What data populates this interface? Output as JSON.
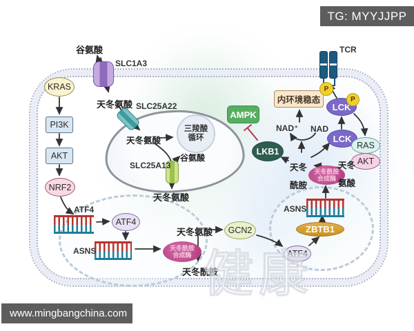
{
  "header": {
    "tg_badge": "TG: MYYJJPP"
  },
  "footer": {
    "website": "www.mingbangchina.com"
  },
  "watermark": {
    "text": "健康"
  },
  "pathway": {
    "extracellular": {
      "glutamate": "谷氨酸"
    },
    "transporters": {
      "slc1a3": "SLC1A3",
      "slc25a22": "SLC25A22",
      "slc25a13": "SLC25A13"
    },
    "left_cascade": {
      "kras": "KRAS",
      "pi3k": "PI3K",
      "akt": "AKT",
      "nrf2": "NRF2"
    },
    "membrane_import": {
      "aspartate": "天冬氨酸"
    },
    "mitochondrion": {
      "aspartate_matrix": "天冬氨酸",
      "tca_line1": "三羧酸",
      "tca_line2": "循环",
      "glutamate": "谷氨酸",
      "aspartate_exported": "天冬氨酸"
    },
    "nucleus_left": {
      "atf4_gene": "ATF4",
      "asns_gene": "ASNS",
      "atf4_protein": "ATF4",
      "synthetase_line1": "天冬酰胺",
      "synthetase_line2": "合成酶"
    },
    "cytosol_center": {
      "aspartate": "天冬氨酸",
      "asparagine": "天冬酰胺",
      "gcn2": "GCN2"
    },
    "nucleus_right": {
      "asns_gene": "ASNS",
      "zbtb1": "ZBTB1",
      "atf4": "ATF4",
      "synthetase_line1": "天冬酰胺",
      "synthetase_line2": "合成酶"
    },
    "right_signaling": {
      "asparagine_line1": "天冬",
      "asparagine_line2": "酰胺",
      "aspartate_line1": "天冬",
      "aspartate_line2": "氨酸",
      "ampk": "AMPK",
      "lkb1": "LKB1",
      "nad_plus": "NAD⁺",
      "nad": "NAD",
      "homeostasis": "内环境稳态",
      "tcr": "TCR",
      "lck_upper": "LCK",
      "lck_lower": "LCK",
      "ras": "RAS",
      "akt": "AKT",
      "p_upper": "P",
      "p_lower": "P"
    }
  },
  "colors": {
    "membrane_band": "#eaedf5",
    "badge_bg": "#5d5d5d",
    "ampk_green": "#56ae63",
    "lkb1_green": "#2f5d50",
    "lck_purple": "#7b68c8",
    "zbtb1_gold": "#d9a43a",
    "synthetase_magenta": "#bf4488",
    "phospho_yellow": "#f2cf2a",
    "tcr_blue": "#1d5a80",
    "homeostasis_tan": "#f9e8cd",
    "inhibition_red": "#b3394a"
  }
}
